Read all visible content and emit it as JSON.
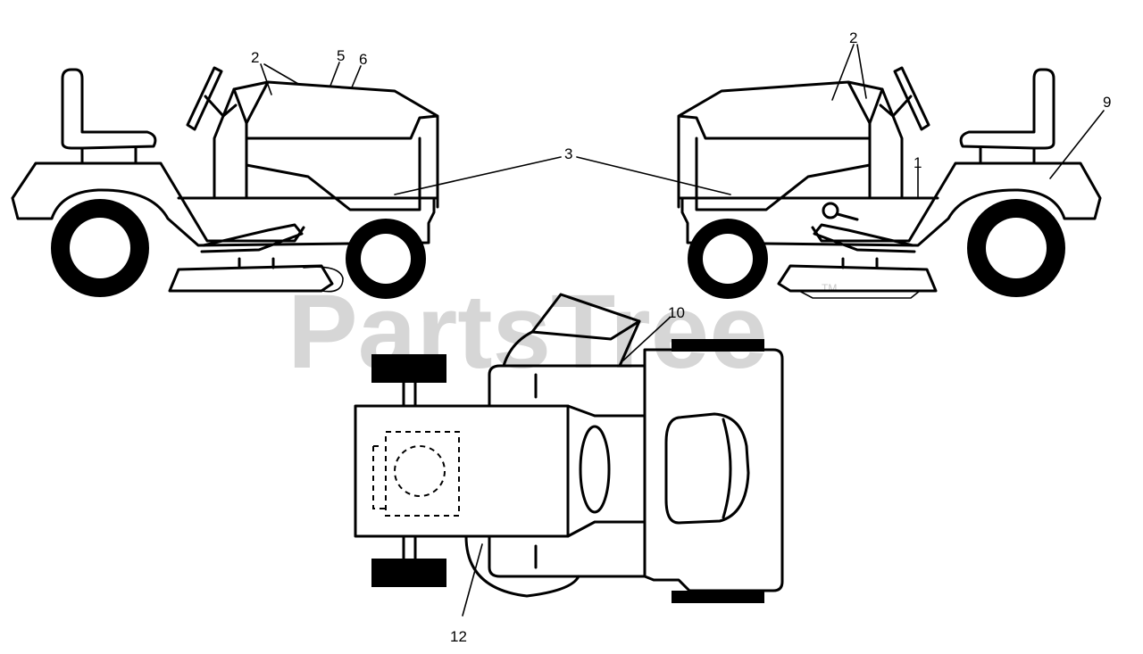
{
  "watermark": {
    "text": "PartsTree",
    "trademark": "TM"
  },
  "callouts": {
    "left_2": "2",
    "left_5": "5",
    "left_6": "6",
    "center_3": "3",
    "right_2": "2",
    "right_1": "1",
    "right_9": "9",
    "top_10": "10",
    "top_12": "12"
  },
  "colors": {
    "ink": "#000000",
    "watermark": "#c8c8c8",
    "background": "#ffffff"
  }
}
